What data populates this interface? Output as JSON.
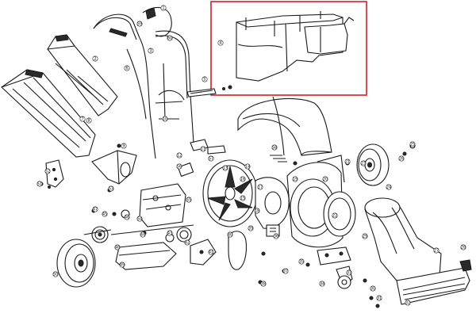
{
  "diagram": {
    "highlight_color": "#d11f2a",
    "line_color": "#1a1a1a",
    "callouts": [
      {
        "id": "c1",
        "label": "1"
      },
      {
        "id": "c2",
        "label": "2"
      },
      {
        "id": "c3",
        "label": "3"
      },
      {
        "id": "c4",
        "label": "4"
      },
      {
        "id": "c5",
        "label": "5"
      },
      {
        "id": "c6",
        "label": "6"
      },
      {
        "id": "c7",
        "label": "7"
      },
      {
        "id": "c8",
        "label": "8"
      },
      {
        "id": "c9",
        "label": "9"
      },
      {
        "id": "c10",
        "label": "10"
      },
      {
        "id": "c11",
        "label": "11"
      },
      {
        "id": "c12",
        "label": "12"
      },
      {
        "id": "c13",
        "label": "13"
      },
      {
        "id": "c14",
        "label": "14"
      },
      {
        "id": "c15",
        "label": "15"
      },
      {
        "id": "c16",
        "label": "16"
      },
      {
        "id": "c17",
        "label": "17"
      },
      {
        "id": "c18",
        "label": "18"
      },
      {
        "id": "c19",
        "label": "19"
      },
      {
        "id": "c20",
        "label": "20"
      },
      {
        "id": "c21",
        "label": "21"
      },
      {
        "id": "c22",
        "label": "22"
      },
      {
        "id": "c23",
        "label": "23"
      },
      {
        "id": "c24",
        "label": "24"
      },
      {
        "id": "c25",
        "label": "25"
      },
      {
        "id": "c26",
        "label": "26"
      },
      {
        "id": "c27",
        "label": "27"
      },
      {
        "id": "c28",
        "label": "28"
      },
      {
        "id": "c29",
        "label": "29"
      },
      {
        "id": "c30",
        "label": "30"
      },
      {
        "id": "c31",
        "label": "31"
      },
      {
        "id": "c32",
        "label": "32"
      },
      {
        "id": "c33",
        "label": "33"
      },
      {
        "id": "c34",
        "label": "34"
      },
      {
        "id": "c35",
        "label": "35"
      },
      {
        "id": "c36",
        "label": "36"
      },
      {
        "id": "c37",
        "label": "37"
      },
      {
        "id": "c38",
        "label": "38"
      },
      {
        "id": "c39",
        "label": "39"
      },
      {
        "id": "c40",
        "label": "40"
      },
      {
        "id": "c41",
        "label": "41"
      },
      {
        "id": "c42",
        "label": "42"
      },
      {
        "id": "c43",
        "label": "43"
      },
      {
        "id": "c44",
        "label": "44"
      },
      {
        "id": "c45",
        "label": "45"
      },
      {
        "id": "c46",
        "label": "46"
      },
      {
        "id": "c47",
        "label": "47"
      },
      {
        "id": "c48",
        "label": "48"
      },
      {
        "id": "c49",
        "label": "49"
      },
      {
        "id": "c50",
        "label": "50"
      },
      {
        "id": "c51",
        "label": "51"
      },
      {
        "id": "c52",
        "label": "52"
      },
      {
        "id": "c53",
        "label": "53"
      },
      {
        "id": "c54",
        "label": "54"
      },
      {
        "id": "c55",
        "label": "55"
      },
      {
        "id": "c56",
        "label": "56"
      },
      {
        "id": "c57",
        "label": "57"
      },
      {
        "id": "c58",
        "label": "58"
      },
      {
        "id": "c59",
        "label": "59"
      },
      {
        "id": "c60",
        "label": "60"
      }
    ]
  }
}
